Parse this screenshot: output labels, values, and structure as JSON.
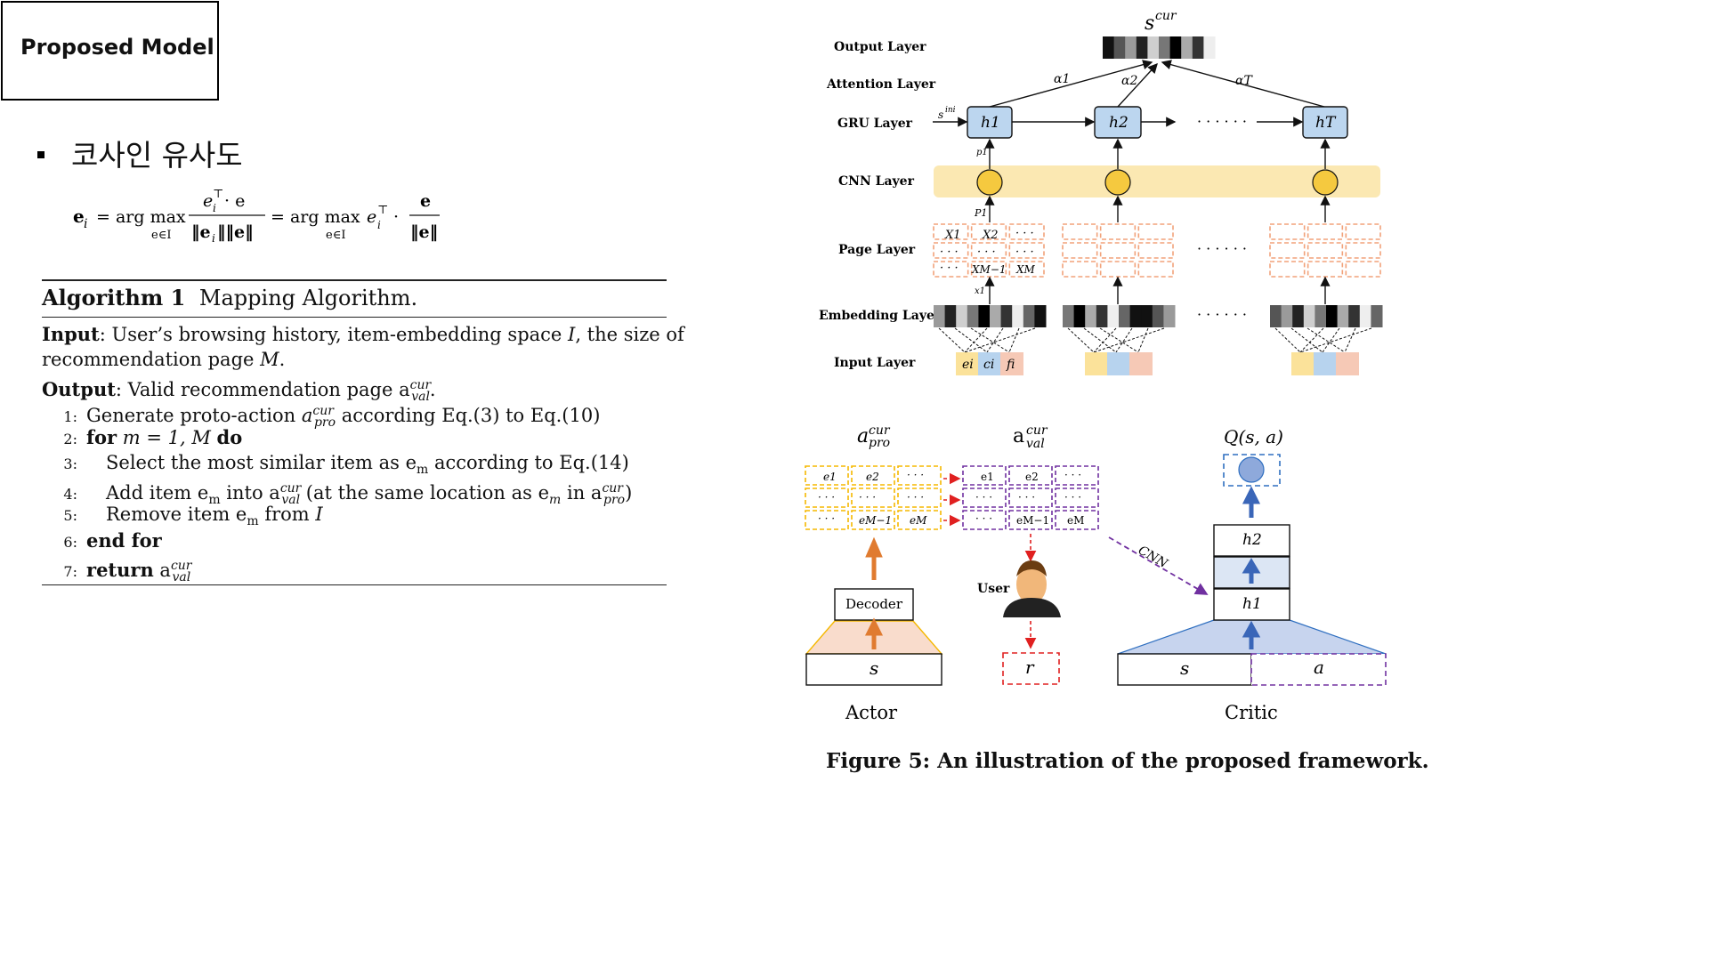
{
  "slide": {
    "title": "Proposed Model",
    "bullet": "코사인 유사도"
  },
  "equation": {
    "lhs": "e",
    "lhs_sub": "i",
    "eq1": "= arg max",
    "argmax_sub": "e∈I",
    "frac1_num": "e",
    "frac1_num_sup": "⊤",
    "frac1_num_tail": " · e",
    "frac1_den": "‖e",
    "frac1_den_sub": "i",
    "frac1_den_tail": "‖‖e‖",
    "eq2": "= arg max",
    "argmax2_sub": "e∈I",
    "term_e": "e",
    "term_sup": "⊤",
    "term_sub": "i",
    "dot": "·",
    "frac2_num": "e",
    "frac2_den": "‖e‖"
  },
  "algorithm": {
    "label": "Algorithm 1",
    "name": "Mapping Algorithm.",
    "input_label": "Input",
    "input_text": ": User’s browsing history, item-embedding space ",
    "input_I": "I",
    "input_text2": ", the size of",
    "input_line2": "recommendation page ",
    "input_M": "M",
    "input_dot": ".",
    "output_label": "Output",
    "output_text": ": Valid recommendation page a",
    "output_sup": "cur",
    "output_sub": "val",
    "output_dot": ".",
    "steps": [
      {
        "num": "1:",
        "pre": "Generate proto-action ",
        "sym": "a",
        "sup": "cur",
        "sub": "pro",
        "post": " according Eq.(3) to Eq.(10)"
      },
      {
        "num": "2:",
        "kw": "for",
        "pre": " m = 1, M ",
        "kw2": "do"
      },
      {
        "num": "3:",
        "pre": "Select the most similar item as e",
        "sub": "m",
        "post": " according to Eq.(14)"
      },
      {
        "num": "4:",
        "pre": "Add item e",
        "sub1": "m",
        "mid": " into a",
        "sup2": "cur",
        "sub2": "val",
        "mid2": " (at the same location as e",
        "sub3": "m",
        "mid3": " in a",
        "sup4": "cur",
        "sub4": "pro",
        "post": ")"
      },
      {
        "num": "5:",
        "pre": "Remove item e",
        "sub": "m",
        "post": " from ",
        "sym": "I"
      },
      {
        "num": "6:",
        "kw": "end for"
      },
      {
        "num": "7:",
        "kw": "return",
        "pre": " a",
        "sup": "cur",
        "sub": "val"
      }
    ]
  },
  "figure": {
    "layers": [
      "Output Layer",
      "Attention Layer",
      "GRU Layer",
      "CNN Layer",
      "Page Layer",
      "Embedding Layer",
      "Input Layer"
    ],
    "s_cur": "s",
    "s_cur_sup": "cur",
    "s_ini": "s",
    "s_ini_sup": "ini",
    "alphas": [
      "α1",
      "α2",
      "αT"
    ],
    "h_nodes": [
      "h1",
      "h2",
      "hT"
    ],
    "p_label": "p1",
    "P_label": "P1",
    "x_label": "x1",
    "ellipsis": "· · · · · ·",
    "page_cells": [
      "X1",
      "X2",
      "· · ·",
      "· · ·",
      "· · ·",
      "· · ·",
      "· · ·",
      "XM−1",
      "XM"
    ],
    "input_cells": [
      "ei",
      "ci",
      "fi"
    ],
    "a_pro": "a",
    "a_pro_sup": "cur",
    "a_pro_sub": "pro",
    "a_val": "a",
    "a_val_sup": "cur",
    "a_val_sub": "val",
    "q_label": "Q(s, a)",
    "pro_cells": [
      "e1",
      "e2",
      "· · ·",
      "· · ·",
      "· · ·",
      "· · ·",
      "· · ·",
      "eM−1",
      "eM"
    ],
    "val_cells": [
      "e1",
      "e2",
      "· · ·",
      "· · ·",
      "· · ·",
      "· · ·",
      "· · ·",
      "eM−1",
      "eM"
    ],
    "decoder": "Decoder",
    "s": "s",
    "user": "User",
    "r": "r",
    "cnn": "CNN",
    "h2": "h2",
    "h1": "h1",
    "critic_s": "s",
    "critic_a": "a",
    "actor": "Actor",
    "critic": "Critic",
    "caption": "Figure 5: An illustration of the proposed framework."
  },
  "colors": {
    "gru_fill": "#bcd6ef",
    "cnn_band": "#fbe8b2",
    "cnn_node": "#f5c93f",
    "page_dash": "#f2a27a",
    "input_yellow": "#fbe29a",
    "input_blue": "#b7d3ee",
    "input_pink": "#f6c9b6",
    "pro_dash": "#f5b800",
    "val_dash": "#7030a0",
    "arrow_orange": "#e07b30",
    "arrow_blue": "#3a66b8",
    "arrow_red": "#e02020",
    "critic_blue": "#2f6fc0"
  }
}
